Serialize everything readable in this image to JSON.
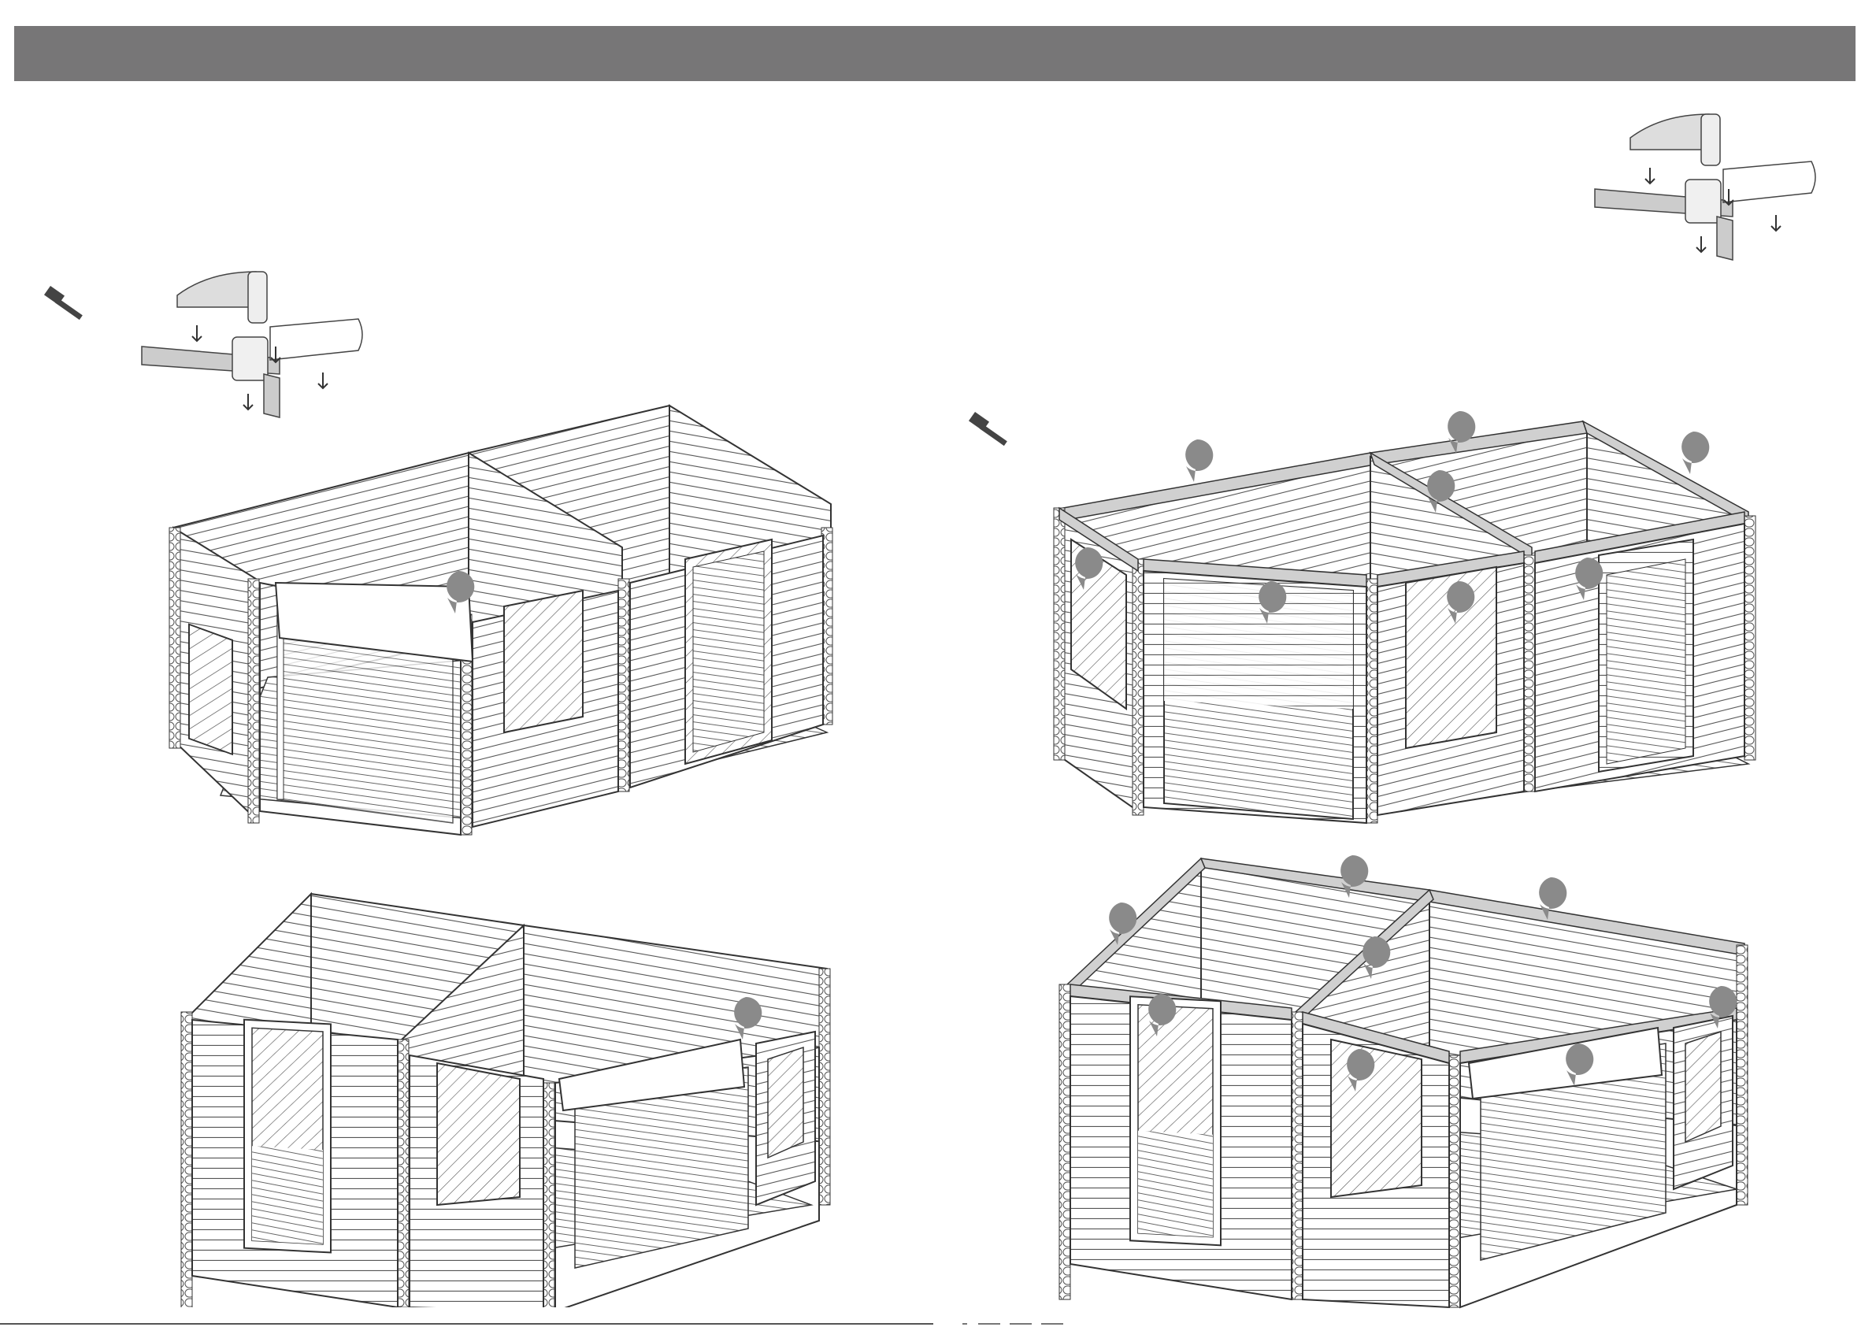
{
  "document": {
    "header_bar_color": "#777677",
    "line_color": "#3a3a3a",
    "marker_color": "#8a8a8a",
    "steps": [
      {
        "id": "step-1-top-left",
        "has_hammer": true,
        "has_joint_detail": true,
        "marker_count": 1
      },
      {
        "id": "step-2-bottom-left",
        "has_hammer": false,
        "has_joint_detail": false,
        "marker_count": 1
      },
      {
        "id": "step-3-top-right",
        "has_hammer": true,
        "has_joint_detail": true,
        "marker_count": 8
      },
      {
        "id": "step-4-bottom-right",
        "has_hammer": false,
        "has_joint_detail": false,
        "marker_count": 8
      }
    ],
    "icons": [
      "hammer-icon",
      "log-joint-detail-icon",
      "drop-marker-icon",
      "arrow-down-icon"
    ]
  }
}
